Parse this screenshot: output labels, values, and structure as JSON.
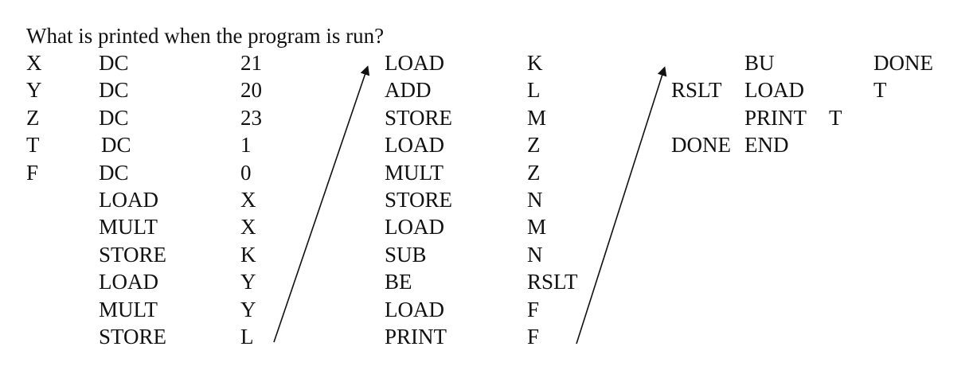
{
  "question": "What is printed when the program is run?",
  "columns": [
    [
      "X",
      "Y",
      "Z",
      "T",
      "F",
      "",
      "",
      "",
      "",
      "",
      ""
    ],
    [
      "DC",
      "DC",
      "DC",
      "DC",
      "DC",
      "LOAD",
      "MULT",
      "STORE",
      "LOAD",
      "MULT",
      "STORE"
    ],
    [
      "21",
      "20",
      "23",
      "1",
      "0",
      "X",
      "X",
      "K",
      "Y",
      "Y",
      "L"
    ],
    [
      "LOAD",
      "ADD",
      "STORE",
      "LOAD",
      "MULT",
      "STORE",
      "LOAD",
      "SUB",
      "BE",
      "LOAD",
      "PRINT"
    ],
    [
      "K",
      "L",
      "M",
      "Z",
      "Z",
      "N",
      "M",
      "N",
      "RSLT",
      "F",
      "F"
    ],
    [
      "",
      "RSLT",
      "",
      "DONE",
      "",
      "",
      "",
      "",
      "",
      "",
      ""
    ],
    [
      "BU",
      "LOAD",
      "PRINT",
      "END",
      "",
      "",
      "",
      "",
      "",
      "",
      ""
    ],
    [
      "",
      "",
      "T",
      "",
      "",
      "",
      "",
      "",
      "",
      "",
      ""
    ],
    [
      "DONE",
      "T",
      "",
      "",
      "",
      "",
      "",
      "",
      "",
      "",
      ""
    ]
  ]
}
